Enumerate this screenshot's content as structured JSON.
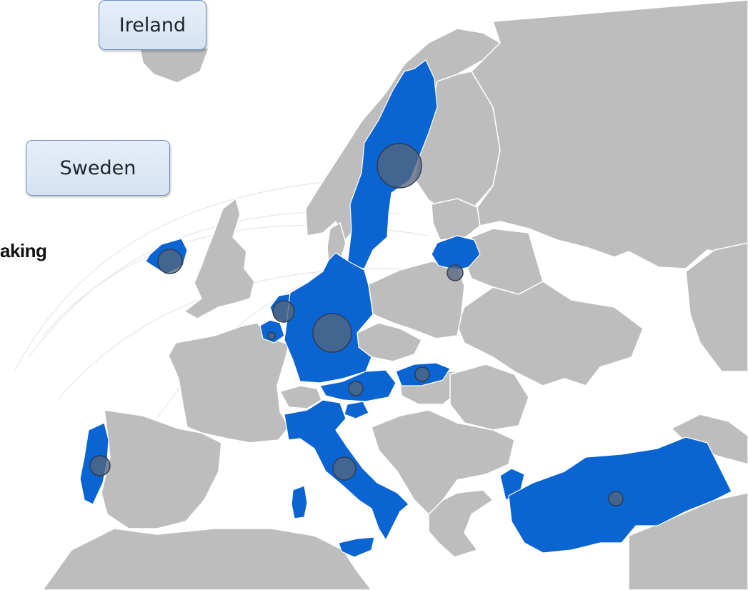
{
  "labels": {
    "ireland": "Ireland",
    "sweden": "Sweden"
  },
  "edge_text": "aking",
  "colors": {
    "highlight": "#0a64d2",
    "other_country": "#bdbdbd",
    "border": "#ffffff",
    "bubble": "#55657e"
  },
  "highlighted_countries": [
    "Sweden",
    "Ireland",
    "Lithuania",
    "Belgium",
    "Luxembourg",
    "Germany",
    "Austria",
    "Slovakia",
    "Slovenia",
    "Italy",
    "Portugal",
    "Turkey"
  ]
}
